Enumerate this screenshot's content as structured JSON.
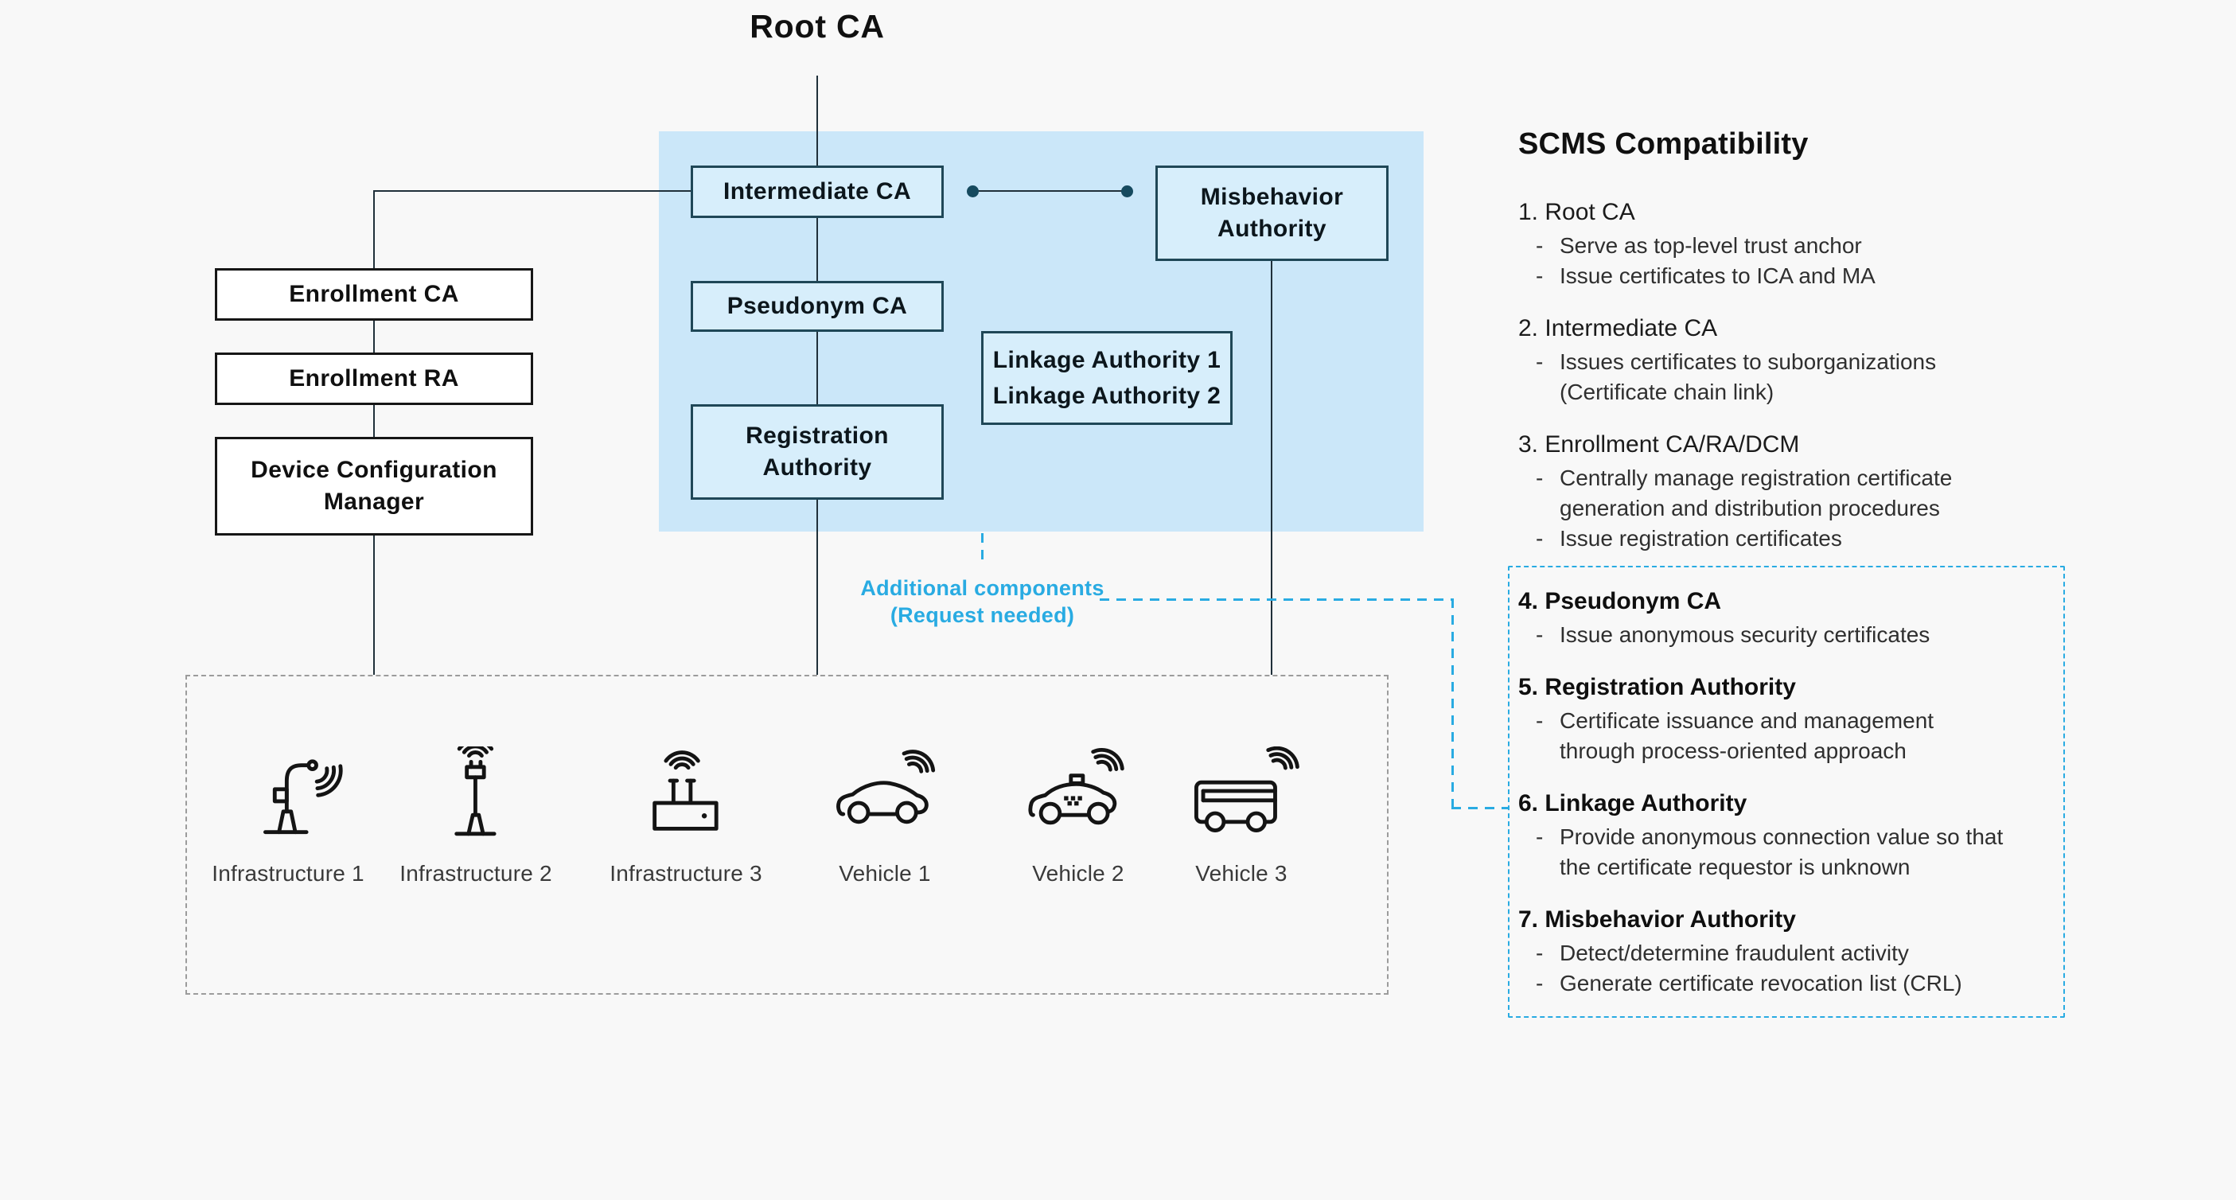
{
  "colors": {
    "background": "#f8f8f8",
    "accent_blue": "#29abe2",
    "diagram_area_blue": "#cbe7f9",
    "node_fill_blue": "#d7eefb",
    "node_border": "#1f4757",
    "gray_dash": "#9c9c9c"
  },
  "diagram": {
    "nodes": {
      "root": "Root CA",
      "intermediate_ca": "Intermediate CA",
      "pseudonym_ca": "Pseudonym CA",
      "registration_authority": "Registration Authority",
      "misbehavior_authority": "Misbehavior Authority",
      "linkage_authority_1": "Linkage Authority 1",
      "linkage_authority_2": "Linkage Authority 2",
      "enrollment_ca": "Enrollment CA",
      "enrollment_ra": "Enrollment RA",
      "device_configuration_manager": "Device Configuration Manager"
    },
    "note": {
      "line1": "Additional components",
      "line2": "(Request needed)"
    },
    "devices": [
      {
        "label": "Infrastructure 1",
        "icon": "smart-streetlight-icon"
      },
      {
        "label": "Infrastructure 2",
        "icon": "roadside-antenna-icon"
      },
      {
        "label": "Infrastructure 3",
        "icon": "roadside-unit-icon"
      },
      {
        "label": "Vehicle 1",
        "icon": "connected-car-icon"
      },
      {
        "label": "Vehicle 2",
        "icon": "connected-taxi-icon"
      },
      {
        "label": "Vehicle 3",
        "icon": "connected-bus-icon"
      }
    ]
  },
  "panel": {
    "heading": "SCMS Compatibility",
    "items": [
      {
        "title": "1. Root CA",
        "highlighted": false,
        "lines": [
          {
            "dash": "-",
            "text": "Serve as top-level trust anchor"
          },
          {
            "dash": "-",
            "text": "Issue certificates to ICA and MA"
          }
        ]
      },
      {
        "title": "2. Intermediate CA",
        "highlighted": false,
        "lines": [
          {
            "dash": "-",
            "text": "Issues certificates to suborganizations"
          },
          {
            "dash": "",
            "text": "(Certificate chain link)"
          }
        ]
      },
      {
        "title": "3. Enrollment CA/RA/DCM",
        "highlighted": false,
        "lines": [
          {
            "dash": "-",
            "text": "Centrally manage registration certificate"
          },
          {
            "dash": "",
            "text": "generation and distribution procedures"
          },
          {
            "dash": "-",
            "text": "Issue registration certificates"
          }
        ]
      },
      {
        "title": "4. Pseudonym CA",
        "highlighted": true,
        "lines": [
          {
            "dash": "-",
            "text": "Issue anonymous security certificates"
          }
        ]
      },
      {
        "title": "5. Registration Authority",
        "highlighted": true,
        "lines": [
          {
            "dash": "-",
            "text": "Certificate issuance and management"
          },
          {
            "dash": "",
            "text": "through process-oriented approach"
          }
        ]
      },
      {
        "title": "6. Linkage Authority",
        "highlighted": true,
        "lines": [
          {
            "dash": "-",
            "text": "Provide anonymous connection value so that"
          },
          {
            "dash": "",
            "text": "the certificate requestor is unknown"
          }
        ]
      },
      {
        "title": "7. Misbehavior Authority",
        "highlighted": true,
        "lines": [
          {
            "dash": "-",
            "text": "Detect/determine fraudulent activity"
          },
          {
            "dash": "-",
            "text": "Generate certificate revocation list (CRL)"
          }
        ]
      }
    ]
  }
}
